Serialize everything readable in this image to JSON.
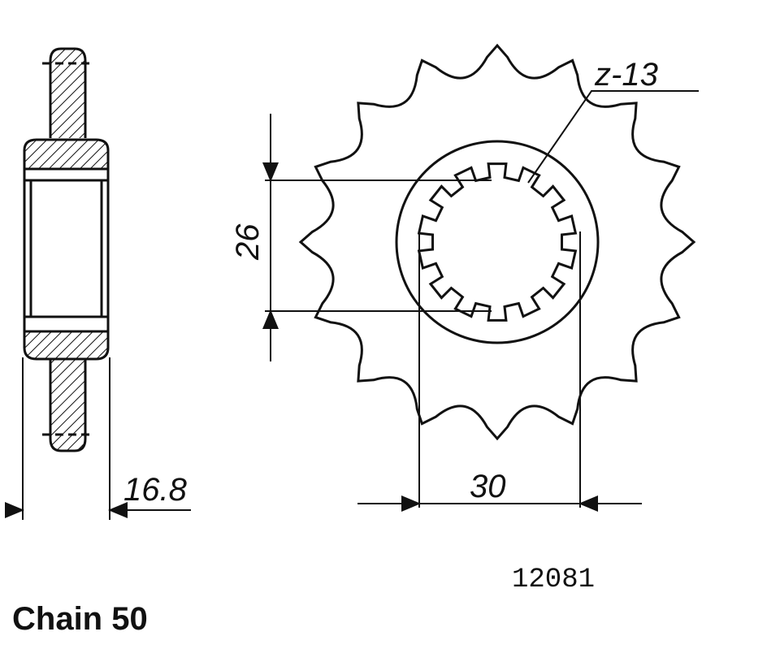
{
  "diagram": {
    "teeth_label": "z-13",
    "dim_inner_diameter": "26",
    "dim_spline_diameter": "30",
    "dim_width": "16.8",
    "part_number": "12081",
    "chain_label": "Chain 50",
    "colors": {
      "ink": "#111111",
      "background": "#ffffff"
    }
  }
}
